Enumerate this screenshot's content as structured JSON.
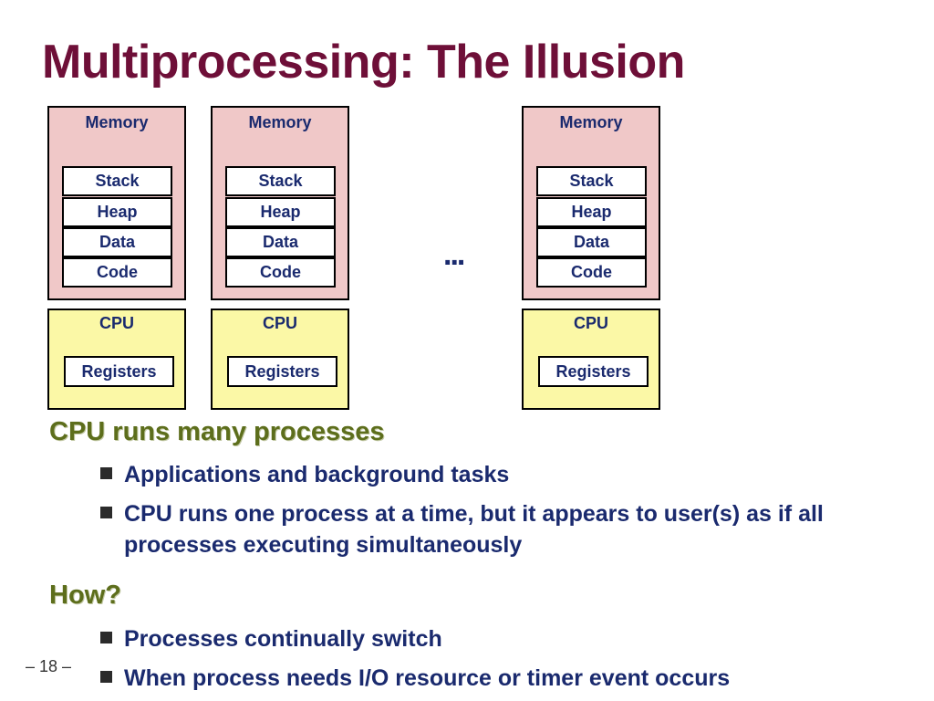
{
  "title": "Multiprocessing: The Illusion",
  "processes": [
    {
      "memory_label": "Memory",
      "segments": [
        "Stack",
        "Heap",
        "Data",
        "Code"
      ],
      "cpu_label": "CPU",
      "registers_label": "Registers"
    },
    {
      "memory_label": "Memory",
      "segments": [
        "Stack",
        "Heap",
        "Data",
        "Code"
      ],
      "cpu_label": "CPU",
      "registers_label": "Registers"
    },
    {
      "memory_label": "Memory",
      "segments": [
        "Stack",
        "Heap",
        "Data",
        "Code"
      ],
      "cpu_label": "CPU",
      "registers_label": "Registers"
    }
  ],
  "ellipsis": "...",
  "sections": [
    {
      "heading": "CPU runs many processes",
      "bullets": [
        "Applications and background tasks",
        "CPU runs one process at a time, but it appears to user(s) as if all processes executing simultaneously"
      ]
    },
    {
      "heading": "How?",
      "bullets": [
        "Processes continually switch",
        "When process needs I/O resource or timer event occurs"
      ]
    }
  ],
  "page_number": "– 18 –",
  "colors": {
    "title": "#6e0f38",
    "heading": "#5d6e1c",
    "text": "#1a2a6e",
    "memory_fill": "#f0c8c8",
    "cpu_fill": "#fbf8a6"
  }
}
